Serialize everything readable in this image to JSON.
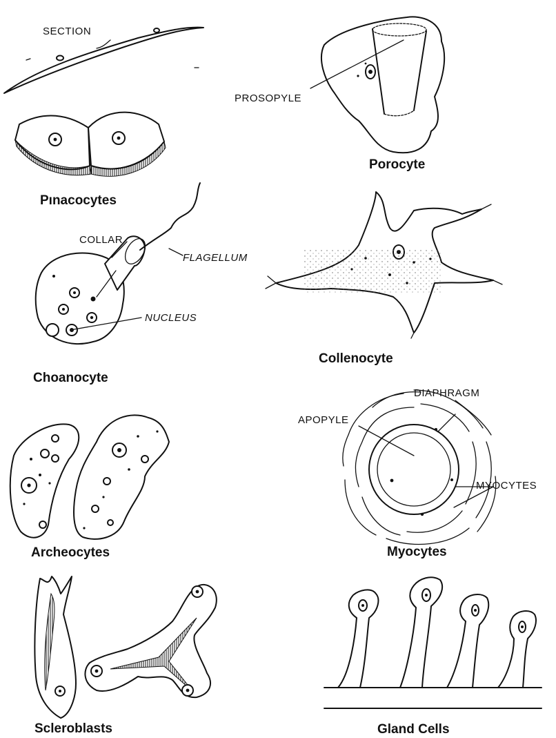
{
  "captions": {
    "pinacocytes": "Pınacocytes",
    "porocyte": "Porocyte",
    "choanocyte": "Choanocyte",
    "collenocyte": "Collenocyte",
    "archeocytes": "Archeocytes",
    "myocytes": "Myocytes",
    "scleroblasts": "Scleroblasts",
    "gland_cells": "Gland Cells"
  },
  "labels": {
    "section": "SECTION",
    "prosopyle": "PROSOPYLE",
    "collar": "COLLAR",
    "flagellum": "FLAGELLUM",
    "nucleus": "NUCLEUS",
    "diaphragm": "DIAPHRAGM",
    "apopyle": "APOPYLE",
    "myocytes": "MYOCYTES"
  }
}
